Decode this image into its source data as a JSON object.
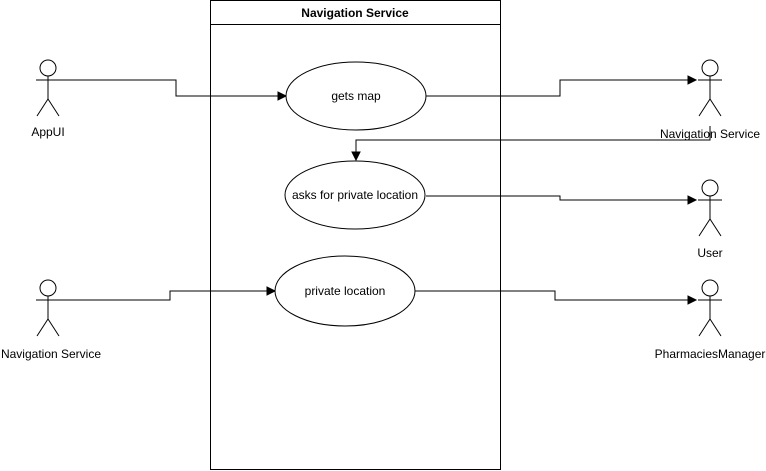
{
  "system": {
    "title": "Navigation Service"
  },
  "use_cases": [
    {
      "id": "uc-gets-map",
      "label": "gets map"
    },
    {
      "id": "uc-asks-private-location",
      "label": "asks for private location"
    },
    {
      "id": "uc-private-location",
      "label": "private location"
    }
  ],
  "actors": [
    {
      "id": "actor-appui",
      "label": "AppUI"
    },
    {
      "id": "actor-navigation-service-right",
      "label": "Navigation Service"
    },
    {
      "id": "actor-user",
      "label": "User"
    },
    {
      "id": "actor-navigation-service-left",
      "label": "Navigation Service"
    },
    {
      "id": "actor-pharmacies-manager",
      "label": "PharmaciesManager"
    }
  ],
  "connections": [
    {
      "from": "AppUI",
      "to": "gets map"
    },
    {
      "from": "gets map",
      "to": "Navigation Service"
    },
    {
      "from": "Navigation Service",
      "to": "asks for private location"
    },
    {
      "from": "asks for private location",
      "to": "User"
    },
    {
      "from": "Navigation Service",
      "to": "private location"
    },
    {
      "from": "private location",
      "to": "PharmaciesManager"
    }
  ],
  "colors": {
    "stroke": "#000000",
    "background": "#ffffff"
  }
}
